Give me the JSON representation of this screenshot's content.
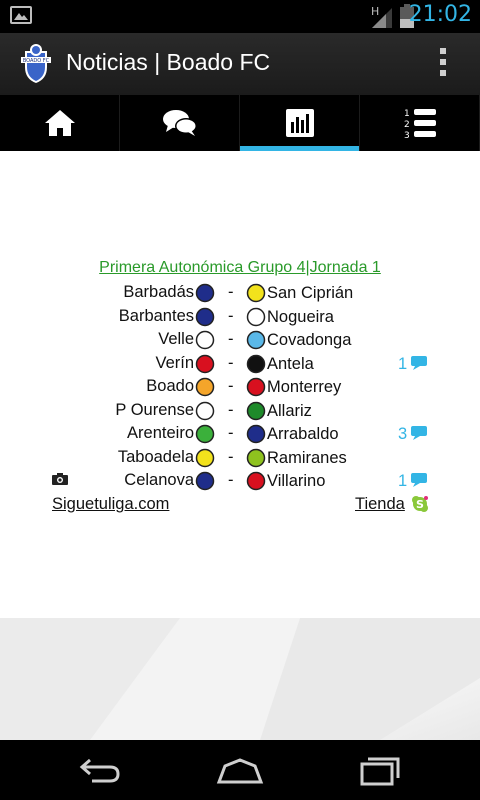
{
  "status_bar": {
    "time": "21:02",
    "network_type": "H",
    "left_icon": "image-icon",
    "accent_color": "#33b5e5"
  },
  "action_bar": {
    "title": "Noticias | Boado FC",
    "logo_icon": "boado-fc-crest-icon",
    "logo_text": "BOADO FC",
    "overflow_icon": "overflow-menu-icon"
  },
  "tabs": [
    {
      "name": "home",
      "icon": "home-icon",
      "active": false
    },
    {
      "name": "comments",
      "icon": "chat-bubbles-icon",
      "active": false
    },
    {
      "name": "results",
      "icon": "bar-chart-icon",
      "active": true
    },
    {
      "name": "standings",
      "icon": "numbered-list-icon",
      "active": false
    }
  ],
  "tab_list_numbers": [
    "1",
    "2",
    "3"
  ],
  "league": {
    "title": "Primera Autonómica Grupo 4|Jornada 1",
    "color": "#2a9a2a"
  },
  "separator": "-",
  "matches": [
    {
      "home": "Barbadás",
      "away": "San Ciprián",
      "comments": "",
      "home_color": "#1f2d8a",
      "away_color": "#f2e21c"
    },
    {
      "home": "Barbantes",
      "away": "Nogueira",
      "comments": "",
      "home_color": "#1f2d8a",
      "away_color": "#ffffff"
    },
    {
      "home": "Velle",
      "away": "Covadonga",
      "comments": "",
      "home_color": "#ffffff",
      "away_color": "#5ab8e8"
    },
    {
      "home": "Verín",
      "away": "Antela",
      "comments": "1",
      "home_color": "#d8101f",
      "away_color": "#111111"
    },
    {
      "home": "Boado",
      "away": "Monterrey",
      "comments": "",
      "home_color": "#f4a52a",
      "away_color": "#d8101f"
    },
    {
      "home": "P Ourense",
      "away": "Allariz",
      "comments": "",
      "home_color": "#ffffff",
      "away_color": "#1e8a2a"
    },
    {
      "home": "Arenteiro",
      "away": "Arrabaldo",
      "comments": "3",
      "home_color": "#3bb03b",
      "away_color": "#1f2d8a"
    },
    {
      "home": "Taboadela",
      "away": "Ramiranes",
      "comments": "",
      "home_color": "#f2e21c",
      "away_color": "#8ec21f"
    },
    {
      "home": "Celanova",
      "away": "Villarino",
      "comments": "1",
      "home_color": "#1f2d8a",
      "away_color": "#d8101f"
    }
  ],
  "footer": {
    "left_link": "Siguetuliga.com",
    "right_link": "Tienda",
    "right_icon": "skype-icon"
  },
  "nav_bar": {
    "back_icon": "back-icon",
    "home_icon": "home-outline-icon",
    "recents_icon": "recent-apps-icon"
  }
}
